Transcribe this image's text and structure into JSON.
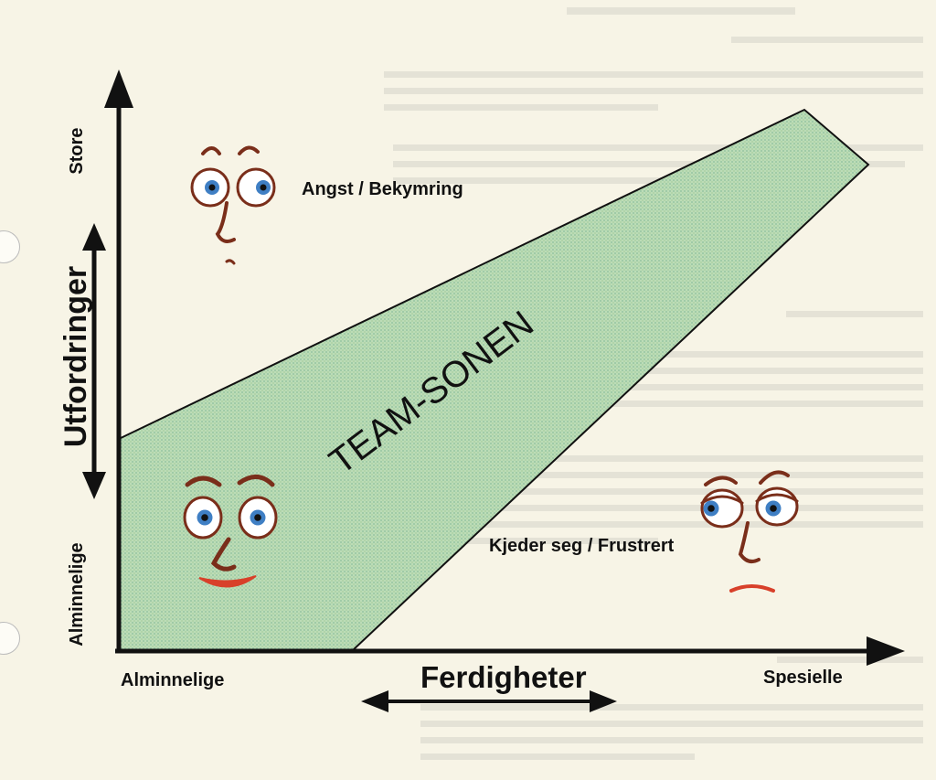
{
  "diagram": {
    "y_axis": {
      "title": "Utfordringer",
      "top_label": "Store",
      "bottom_label": "Alminnelige"
    },
    "x_axis": {
      "title": "Ferdigheter",
      "left_label": "Alminnelige",
      "right_label": "Spesielle"
    },
    "zone_label": "TEAM-SONEN",
    "states": {
      "anxiety": "Angst / Bekymring",
      "bored": "Kjeder seg / Frustrert"
    },
    "colors": {
      "zone_fill": "#b8d9b4",
      "zone_dots": "#8fbf9a",
      "axis": "#111111",
      "eye_iris": "#3f7fc4",
      "face_brown": "#7a2e1a",
      "mouth_red": "#d8402a"
    }
  }
}
